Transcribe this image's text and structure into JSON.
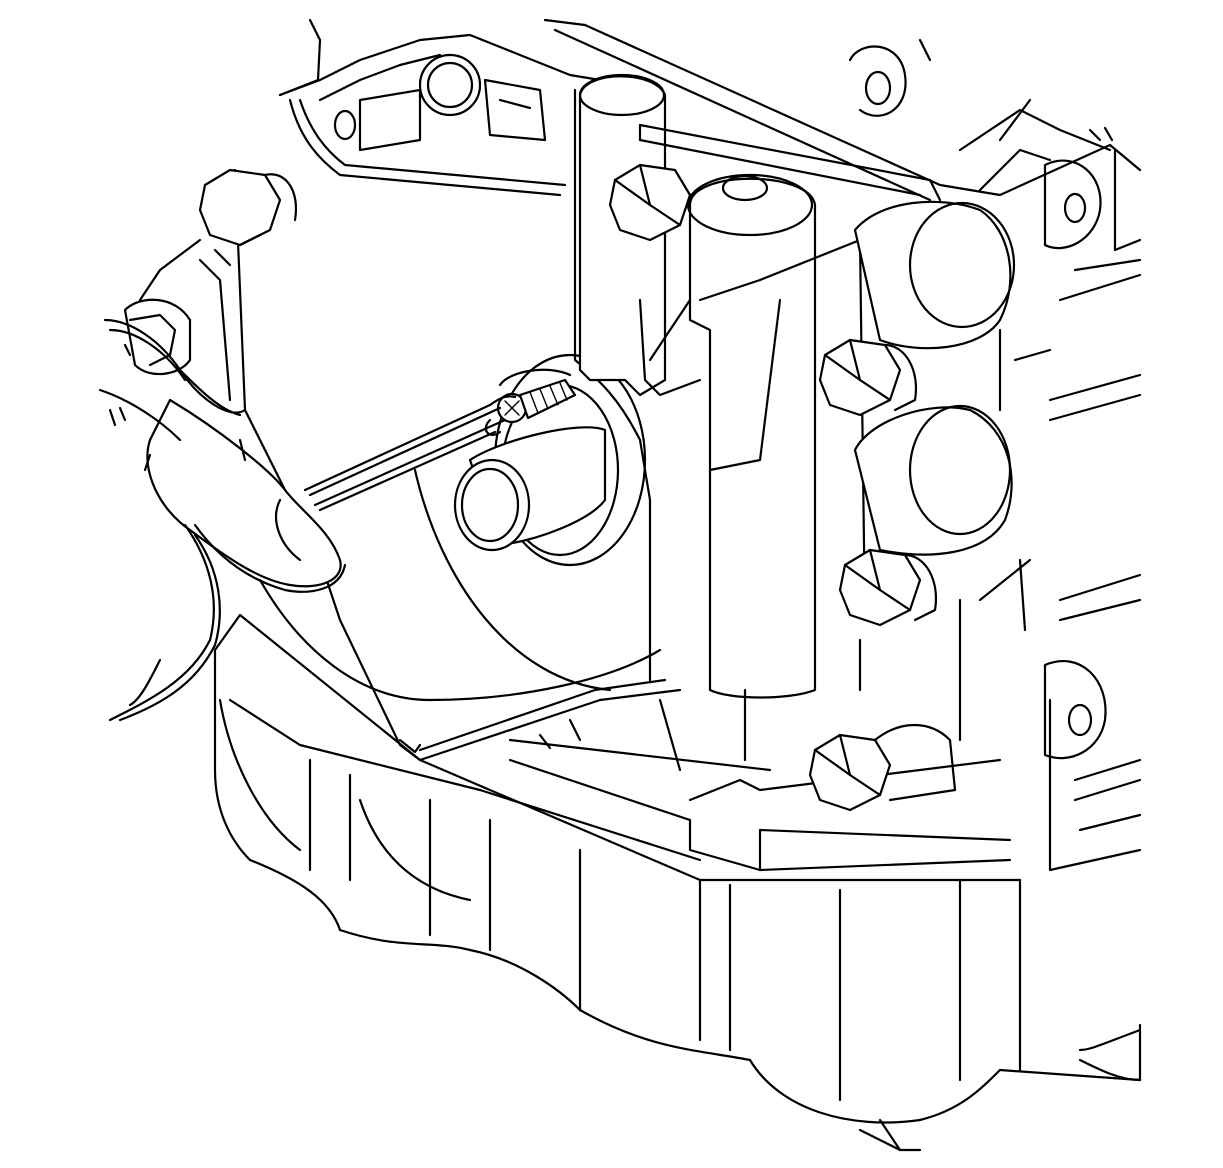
{
  "figure": {
    "subject": "engine-front-cover-removal-line-art",
    "colors": {
      "line": "#000000",
      "background": "#ffffff"
    },
    "parts": [
      {
        "id": "oil-pan",
        "icon": "oil-pan-icon"
      },
      {
        "id": "front-cover",
        "icon": "front-cover-icon"
      },
      {
        "id": "crankshaft-snout",
        "icon": "crankshaft-icon"
      },
      {
        "id": "retaining-screw",
        "icon": "screw-icon"
      },
      {
        "id": "pry-tool",
        "icon": "pry-tool-icon"
      },
      {
        "id": "technician-hand",
        "icon": "hand-icon"
      },
      {
        "id": "mounting-bolts",
        "icon": "bolt-icon"
      },
      {
        "id": "engine-block",
        "icon": "engine-block-icon"
      }
    ]
  }
}
